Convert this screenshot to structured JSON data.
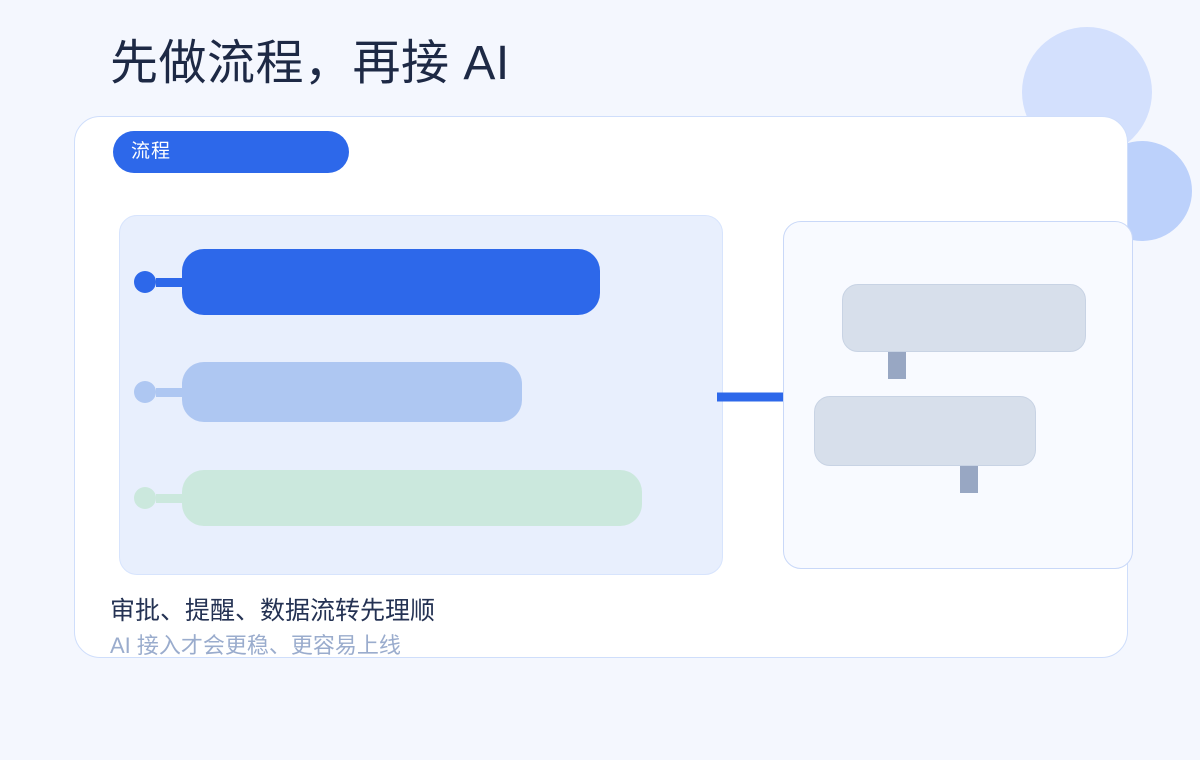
{
  "page": {
    "background_color": "#f4f7fe",
    "title": "先做流程，再接 AI",
    "title_color": "#1d2945"
  },
  "decor": {
    "circles": [
      {
        "name": "large-circle",
        "color": "#d3e0fd"
      },
      {
        "name": "small-circle",
        "color": "#bcd1fb"
      }
    ]
  },
  "card": {
    "background_color": "#ffffff",
    "border_color": "#cfdefb",
    "badge": {
      "label": "流程",
      "background_color": "#2d68ea",
      "text_color": "#ffffff"
    }
  },
  "diagram": {
    "process_panel": {
      "name": "process-panel",
      "background_color": "#e8effd",
      "bars": [
        {
          "name": "process-bar-approval",
          "color": "#2d68ea",
          "dot_color": "#2d68ea",
          "relative_width": 1.0,
          "emphasis": "primary"
        },
        {
          "name": "process-bar-reminder",
          "color": "#aec7f2",
          "dot_color": "#aec7f2",
          "relative_width": 0.81,
          "emphasis": "secondary"
        },
        {
          "name": "process-bar-data-flow",
          "color": "#cbe8dd",
          "dot_color": "#cbe8dd",
          "relative_width": 1.1,
          "emphasis": "tertiary"
        }
      ]
    },
    "arrow": {
      "name": "flow-arrow-right",
      "color": "#2d68ea",
      "direction": "right"
    },
    "system_panel": {
      "name": "system-panel",
      "background_color": "#f8faff",
      "border_color": "#c9d8f8",
      "blocks": [
        {
          "name": "system-block-upper",
          "color": "#d7dfeb",
          "tab_color": "#98a7c3"
        },
        {
          "name": "system-block-lower",
          "color": "#d7dfeb",
          "tab_color": "#98a7c3"
        }
      ]
    }
  },
  "caption": {
    "primary": "审批、提醒、数据流转先理顺",
    "primary_color": "#243253",
    "secondary": "AI 接入才会更稳、更容易上线",
    "secondary_color": "#9aaccd"
  }
}
